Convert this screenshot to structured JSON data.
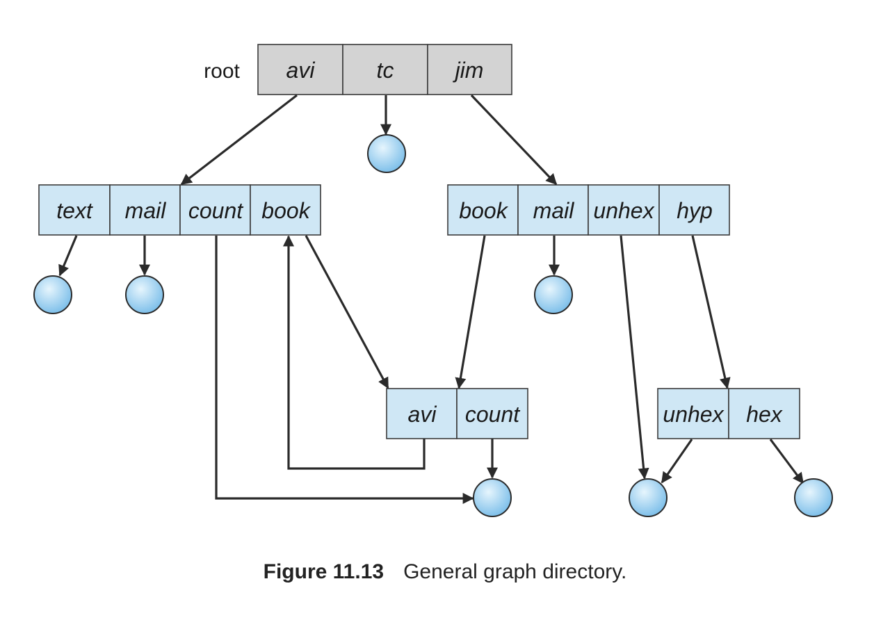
{
  "root_label": "root",
  "directories": {
    "root": [
      "avi",
      "tc",
      "jim"
    ],
    "avi": [
      "text",
      "mail",
      "count",
      "book"
    ],
    "jim": [
      "book",
      "mail",
      "unhex",
      "hyp"
    ],
    "shared_book": [
      "avi",
      "count"
    ],
    "hyp": [
      "unhex",
      "hex"
    ]
  },
  "caption": {
    "number": "Figure 11.13",
    "text": "General graph directory."
  },
  "colors": {
    "root_fill": "#d3d3d3",
    "dir_fill": "#cfe7f5",
    "file_fill": "#a8d6f2",
    "line": "#2a2a2a"
  }
}
